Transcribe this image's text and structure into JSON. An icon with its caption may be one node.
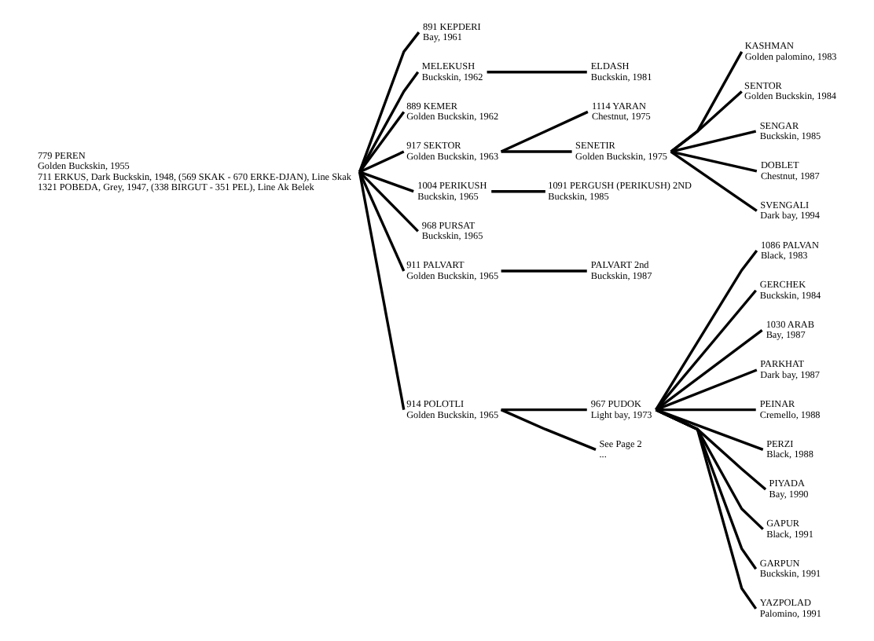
{
  "diagram": {
    "nodes": [
      {
        "text": [
          "779 PEREN",
          "Golden Buckskin, 1955",
          "711 ERKUS, Dark Buckskin, 1948, (569 SKAK - 670 ERKE-DJAN), Line Skak",
          "1321 POBEDA, Grey, 1947, (338 BIRGUT - 351 PEL), Line Ak Belek"
        ]
      },
      {
        "text": [
          "891 KEPDERI",
          "Bay, 1961"
        ]
      },
      {
        "text": [
          "MELEKUSH",
          "Buckskin, 1962"
        ]
      },
      {
        "text": [
          "ELDASH",
          "Buckskin, 1981"
        ]
      },
      {
        "text": [
          "889 KEMER",
          "Golden Buckskin, 1962"
        ]
      },
      {
        "text": [
          "917 SEKTOR",
          "Golden Buckskin, 1963"
        ]
      },
      {
        "text": [
          "1114 YARAN",
          "Chestnut, 1975"
        ]
      },
      {
        "text": [
          "SENETIR",
          "Golden Buckskin, 1975"
        ]
      },
      {
        "text": [
          "KASHMAN",
          "Golden palomino, 1983"
        ]
      },
      {
        "text": [
          "SENTOR",
          "Golden Buckskin, 1984"
        ]
      },
      {
        "text": [
          "SENGAR",
          "Buckskin, 1985"
        ]
      },
      {
        "text": [
          "DOBLET",
          "Chestnut, 1987"
        ]
      },
      {
        "text": [
          "SVENGALI",
          "Dark bay, 1994"
        ]
      },
      {
        "text": [
          "1004 PERIKUSH",
          "Buckskin, 1965"
        ]
      },
      {
        "text": [
          "1091 PERGUSH (PERIKUSH) 2ND",
          "Buckskin, 1985"
        ]
      },
      {
        "text": [
          "968 PURSAT",
          "Buckskin, 1965"
        ]
      },
      {
        "text": [
          "911 PALVART",
          "Golden Buckskin, 1965"
        ]
      },
      {
        "text": [
          "PALVART 2nd",
          "Buckskin, 1987"
        ]
      },
      {
        "text": [
          "914 POLOTLI",
          "Golden Buckskin, 1965"
        ]
      },
      {
        "text": [
          "967 PUDOK",
          "Light bay, 1973"
        ]
      },
      {
        "text": [
          "See Page 2",
          "..."
        ]
      },
      {
        "text": [
          "1086 PALVAN",
          "Black, 1983"
        ]
      },
      {
        "text": [
          "GERCHEK",
          "Buckskin, 1984"
        ]
      },
      {
        "text": [
          "1030 ARAB",
          "Bay, 1987"
        ]
      },
      {
        "text": [
          "PARKHAT",
          "Dark bay, 1987"
        ]
      },
      {
        "text": [
          "PEINAR",
          "Cremello, 1988"
        ]
      },
      {
        "text": [
          "PERZI",
          "Black, 1988"
        ]
      },
      {
        "text": [
          "PIYADA",
          "Bay, 1990"
        ]
      },
      {
        "text": [
          "GAPUR",
          "Black, 1991"
        ]
      },
      {
        "text": [
          "GARPUN",
          "Buckskin, 1991"
        ]
      },
      {
        "text": [
          "YAZPOLAD",
          "Palomino, 1991"
        ]
      }
    ],
    "edges": [
      {
        "from": 0,
        "to": 1,
        "arrow": "none"
      },
      {
        "from": 0,
        "to": 2,
        "arrow": "none"
      },
      {
        "from": 0,
        "to": 4,
        "arrow": "none"
      },
      {
        "from": 0,
        "to": 5,
        "arrow": "none"
      },
      {
        "from": 0,
        "to": 13,
        "arrow": "none"
      },
      {
        "from": 0,
        "to": 15,
        "arrow": "none"
      },
      {
        "from": 0,
        "to": 16,
        "arrow": "none"
      },
      {
        "from": 0,
        "to": 18,
        "arrow": "none"
      },
      {
        "from": 2,
        "to": 3,
        "arrow": "none"
      },
      {
        "from": 5,
        "to": 6,
        "arrow": "none"
      },
      {
        "from": 5,
        "to": 7,
        "arrow": "none"
      },
      {
        "from": 7,
        "to": 8,
        "arrow": "none"
      },
      {
        "from": 7,
        "to": 9,
        "arrow": "none"
      },
      {
        "from": 7,
        "to": 10,
        "arrow": "none"
      },
      {
        "from": 7,
        "to": 11,
        "arrow": "none"
      },
      {
        "from": 7,
        "to": 12,
        "arrow": "none"
      },
      {
        "from": 13,
        "to": 14,
        "arrow": "none"
      },
      {
        "from": 16,
        "to": 17,
        "arrow": "none"
      },
      {
        "from": 18,
        "to": 19,
        "arrow": "none"
      },
      {
        "from": 18,
        "to": 20,
        "arrow": "none"
      },
      {
        "from": 19,
        "to": 21,
        "arrow": "none"
      },
      {
        "from": 19,
        "to": 22,
        "arrow": "none"
      },
      {
        "from": 19,
        "to": 23,
        "arrow": "none"
      },
      {
        "from": 19,
        "to": 24,
        "arrow": "none"
      },
      {
        "from": 19,
        "to": 25,
        "arrow": "none"
      },
      {
        "from": 19,
        "to": 26,
        "arrow": "none"
      },
      {
        "from": 19,
        "to": 27,
        "arrow": "none"
      },
      {
        "from": 19,
        "to": 28,
        "arrow": "none"
      },
      {
        "from": 19,
        "to": 29,
        "arrow": "none"
      },
      {
        "from": 19,
        "to": 30,
        "arrow": "none"
      }
    ]
  }
}
